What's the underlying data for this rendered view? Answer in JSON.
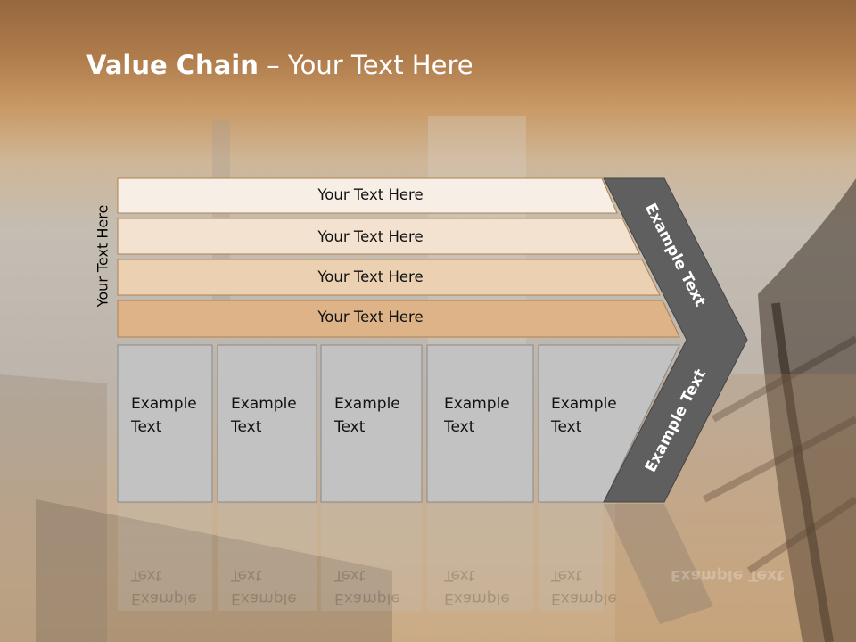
{
  "title": {
    "bold": "Value Chain",
    "rest": " – Your Text Here"
  },
  "side_label": "Your Text Here",
  "bands": [
    {
      "label": "Your Text Here",
      "color": "#f7efe6"
    },
    {
      "label": "Your Text Here",
      "color": "#f2e2cf"
    },
    {
      "label": "Your Text Here",
      "color": "#ebd1b2"
    },
    {
      "label": "Your Text Here",
      "color": "#deb388"
    }
  ],
  "boxes": [
    {
      "line1": "Example",
      "line2": "Text"
    },
    {
      "line1": "Example",
      "line2": "Text"
    },
    {
      "line1": "Example",
      "line2": "Text"
    },
    {
      "line1": "Example",
      "line2": "Text"
    },
    {
      "line1": "Example",
      "line2": "Text"
    }
  ],
  "chevron": {
    "upper": "Example Text",
    "lower": "Example Text",
    "color": "#5f5f5f"
  }
}
